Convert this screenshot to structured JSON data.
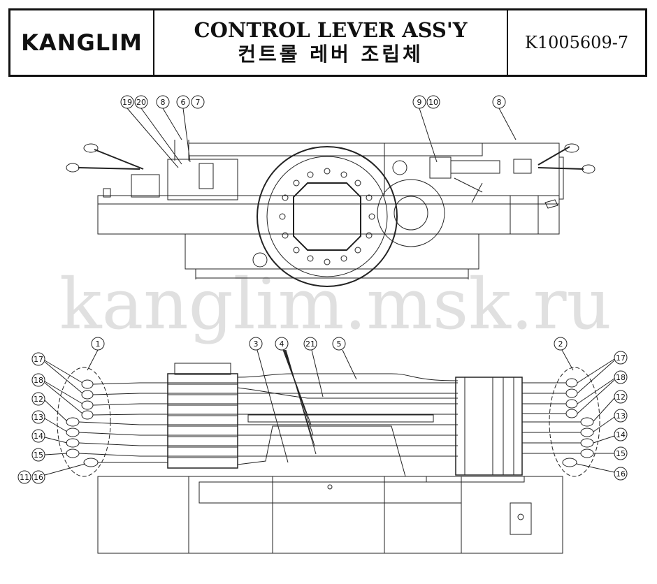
{
  "header": {
    "logo": "KANGLIM",
    "title_en": "CONTROL LEVER ASS'Y",
    "title_ko": "컨트롤 레버 조립체",
    "part_number": "K1005609-7"
  },
  "watermark": "kanglim.msk.ru",
  "callouts": {
    "top_19": "19",
    "top_20": "20",
    "top_8a": "8",
    "top_6": "6",
    "top_7": "7",
    "top_9": "9",
    "top_10": "10",
    "top_8b": "8",
    "l_17": "17",
    "l_18": "18",
    "l_12": "12",
    "l_13": "13",
    "l_14": "14",
    "l_15": "15",
    "l_11": "11",
    "l_16": "16",
    "l_1": "1",
    "m_3": "3",
    "m_4": "4",
    "m_21": "21",
    "m_5": "5",
    "r_2": "2",
    "r_17": "17",
    "r_18": "18",
    "r_12": "12",
    "r_13": "13",
    "r_14": "14",
    "r_15": "15",
    "r_16": "16"
  }
}
